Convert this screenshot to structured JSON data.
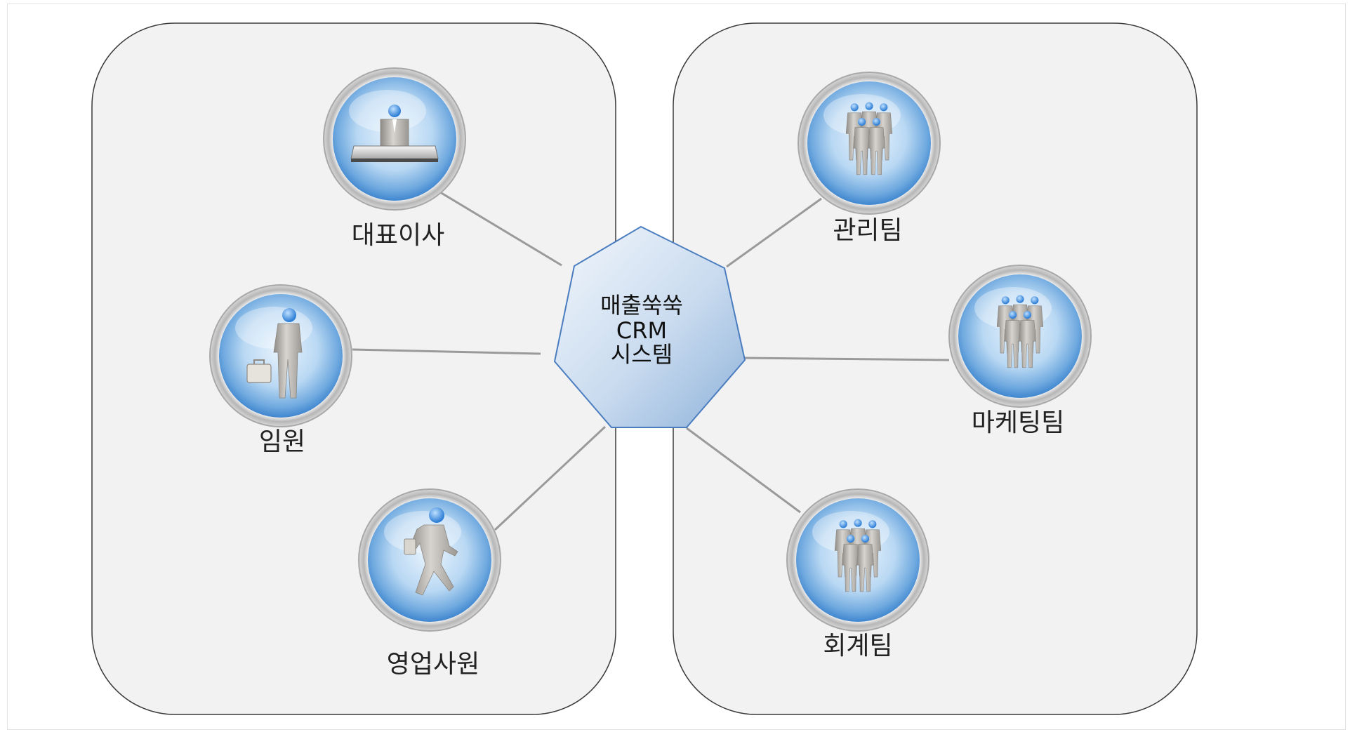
{
  "hub": {
    "lines": [
      "매출쑥쑥",
      "CRM",
      "시스템"
    ]
  },
  "left_group": {
    "nodes": [
      {
        "label": "대표이사",
        "icon": "ceo-at-desk-icon"
      },
      {
        "label": "임원",
        "icon": "executive-with-briefcase-icon"
      },
      {
        "label": "영업사원",
        "icon": "salesperson-running-icon"
      }
    ]
  },
  "right_group": {
    "nodes": [
      {
        "label": "관리팀",
        "icon": "team-group-icon"
      },
      {
        "label": "마케팅팀",
        "icon": "team-group-icon"
      },
      {
        "label": "회계팀",
        "icon": "team-group-icon"
      }
    ]
  },
  "colors": {
    "panel_fill": "#f2f2f2",
    "panel_stroke": "#3a3a3a",
    "hub_stroke": "#4a7dbf",
    "hub_fill_light": "#eaf1fa",
    "hub_fill_dark": "#9fbde0",
    "connector": "#9a9a9a",
    "orb_blue": "#5aa0e0",
    "figure_gray": "#b9b6b2"
  }
}
